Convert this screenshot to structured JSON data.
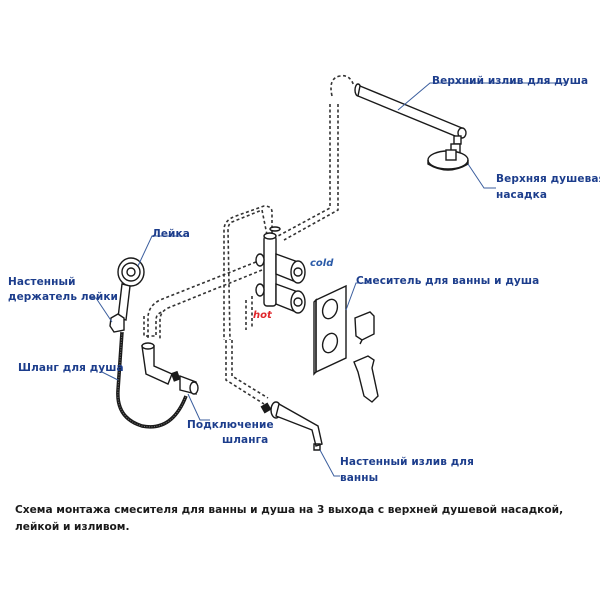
{
  "labels": {
    "top_spout": "Верхний излив для душа",
    "top_shower_head_line1": "Верхняя душевая",
    "top_shower_head_line2": "насадка",
    "hand_shower": "Лейка",
    "wall_holder_line1": "Настенный",
    "wall_holder_line2": "держатель лейки",
    "shower_hose": "Шланг для душа",
    "mixer": "Смеситель для ванны и душа",
    "hose_connection_line1": "Подключение",
    "hose_connection_line2": "шланга",
    "bath_spout_line1": "Настенный излив для",
    "bath_spout_line2": "ванны",
    "cold": "cold",
    "hot": "hot"
  },
  "caption": {
    "line1": "Схема монтажа смесителя для ванны и душа на 3 выхода с верхней душевой насадкой,",
    "line2": "лейкой и изливом."
  },
  "colors": {
    "label": "#1c3d8c",
    "cold": "#2a5aa8",
    "hot": "#e0262b",
    "caption": "#1a1a1a"
  }
}
